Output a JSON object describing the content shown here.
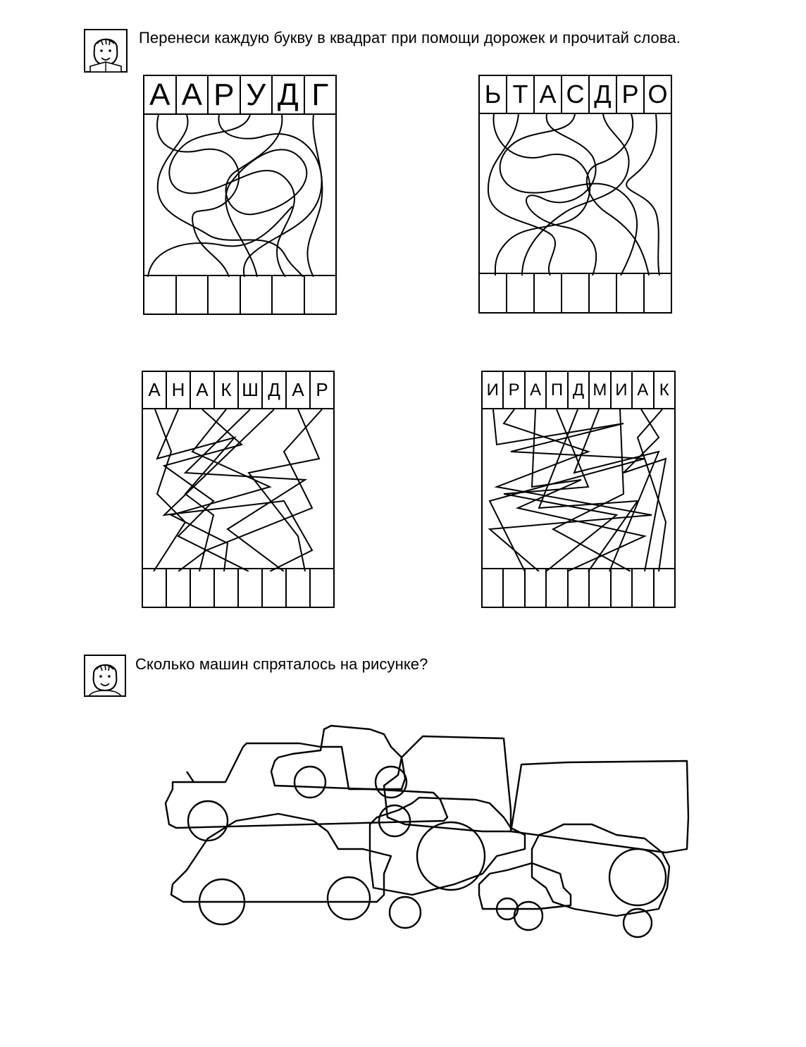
{
  "instructions": {
    "paths_task": "Перенеси каждую букву в квадрат при помощи дорожек и прочитай слова.",
    "cars_task": "Сколько машин спряталось на рисунке?"
  },
  "puzzles": [
    {
      "letters": [
        "А",
        "А",
        "Р",
        "У",
        "Д",
        "Г"
      ]
    },
    {
      "letters": [
        "Ь",
        "Т",
        "А",
        "С",
        "Д",
        "Р",
        "О"
      ]
    },
    {
      "letters": [
        "А",
        "Н",
        "А",
        "К",
        "Ш",
        "Д",
        "А",
        "Р"
      ]
    },
    {
      "letters": [
        "И",
        "Р",
        "А",
        "П",
        "Д",
        "М",
        "И",
        "А",
        "К"
      ]
    }
  ],
  "icons": [
    "child-reading-icon",
    "child-face-icon"
  ]
}
